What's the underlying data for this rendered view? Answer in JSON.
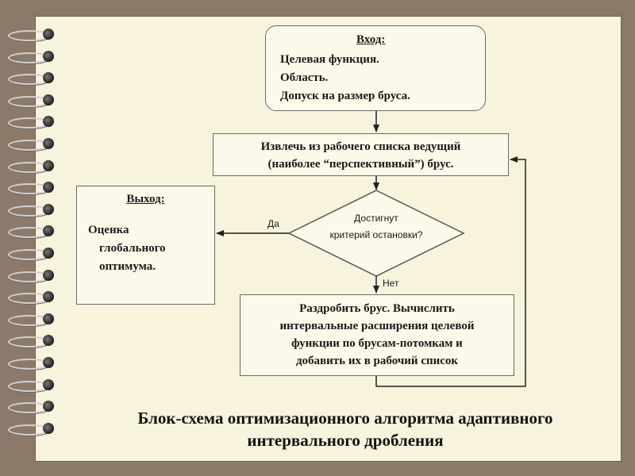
{
  "input": {
    "title": "Вход:",
    "lines": [
      "Целевая функция.",
      "Область.",
      "Допуск на размер бруса."
    ]
  },
  "extract": {
    "lines": [
      "Извлечь из рабочего списка ведущий",
      "(наиболее “перспективный”) брус."
    ]
  },
  "decision": {
    "lines": [
      "Достигнут",
      "критерий остановки?"
    ],
    "yes_label": "Да",
    "no_label": "Нет"
  },
  "output": {
    "title": "Выход:",
    "lines": [
      "Оценка",
      "глобального",
      "оптимума."
    ]
  },
  "split": {
    "lines": [
      "Раздробить брус. Вычислить",
      "интервальные расширения целевой",
      "функции по брусам-потомкам и",
      "добавить их в рабочий список"
    ]
  },
  "caption": {
    "lines": [
      "Блок-схема оптимизационного алгоритма адаптивного",
      "интервального дробления"
    ]
  }
}
